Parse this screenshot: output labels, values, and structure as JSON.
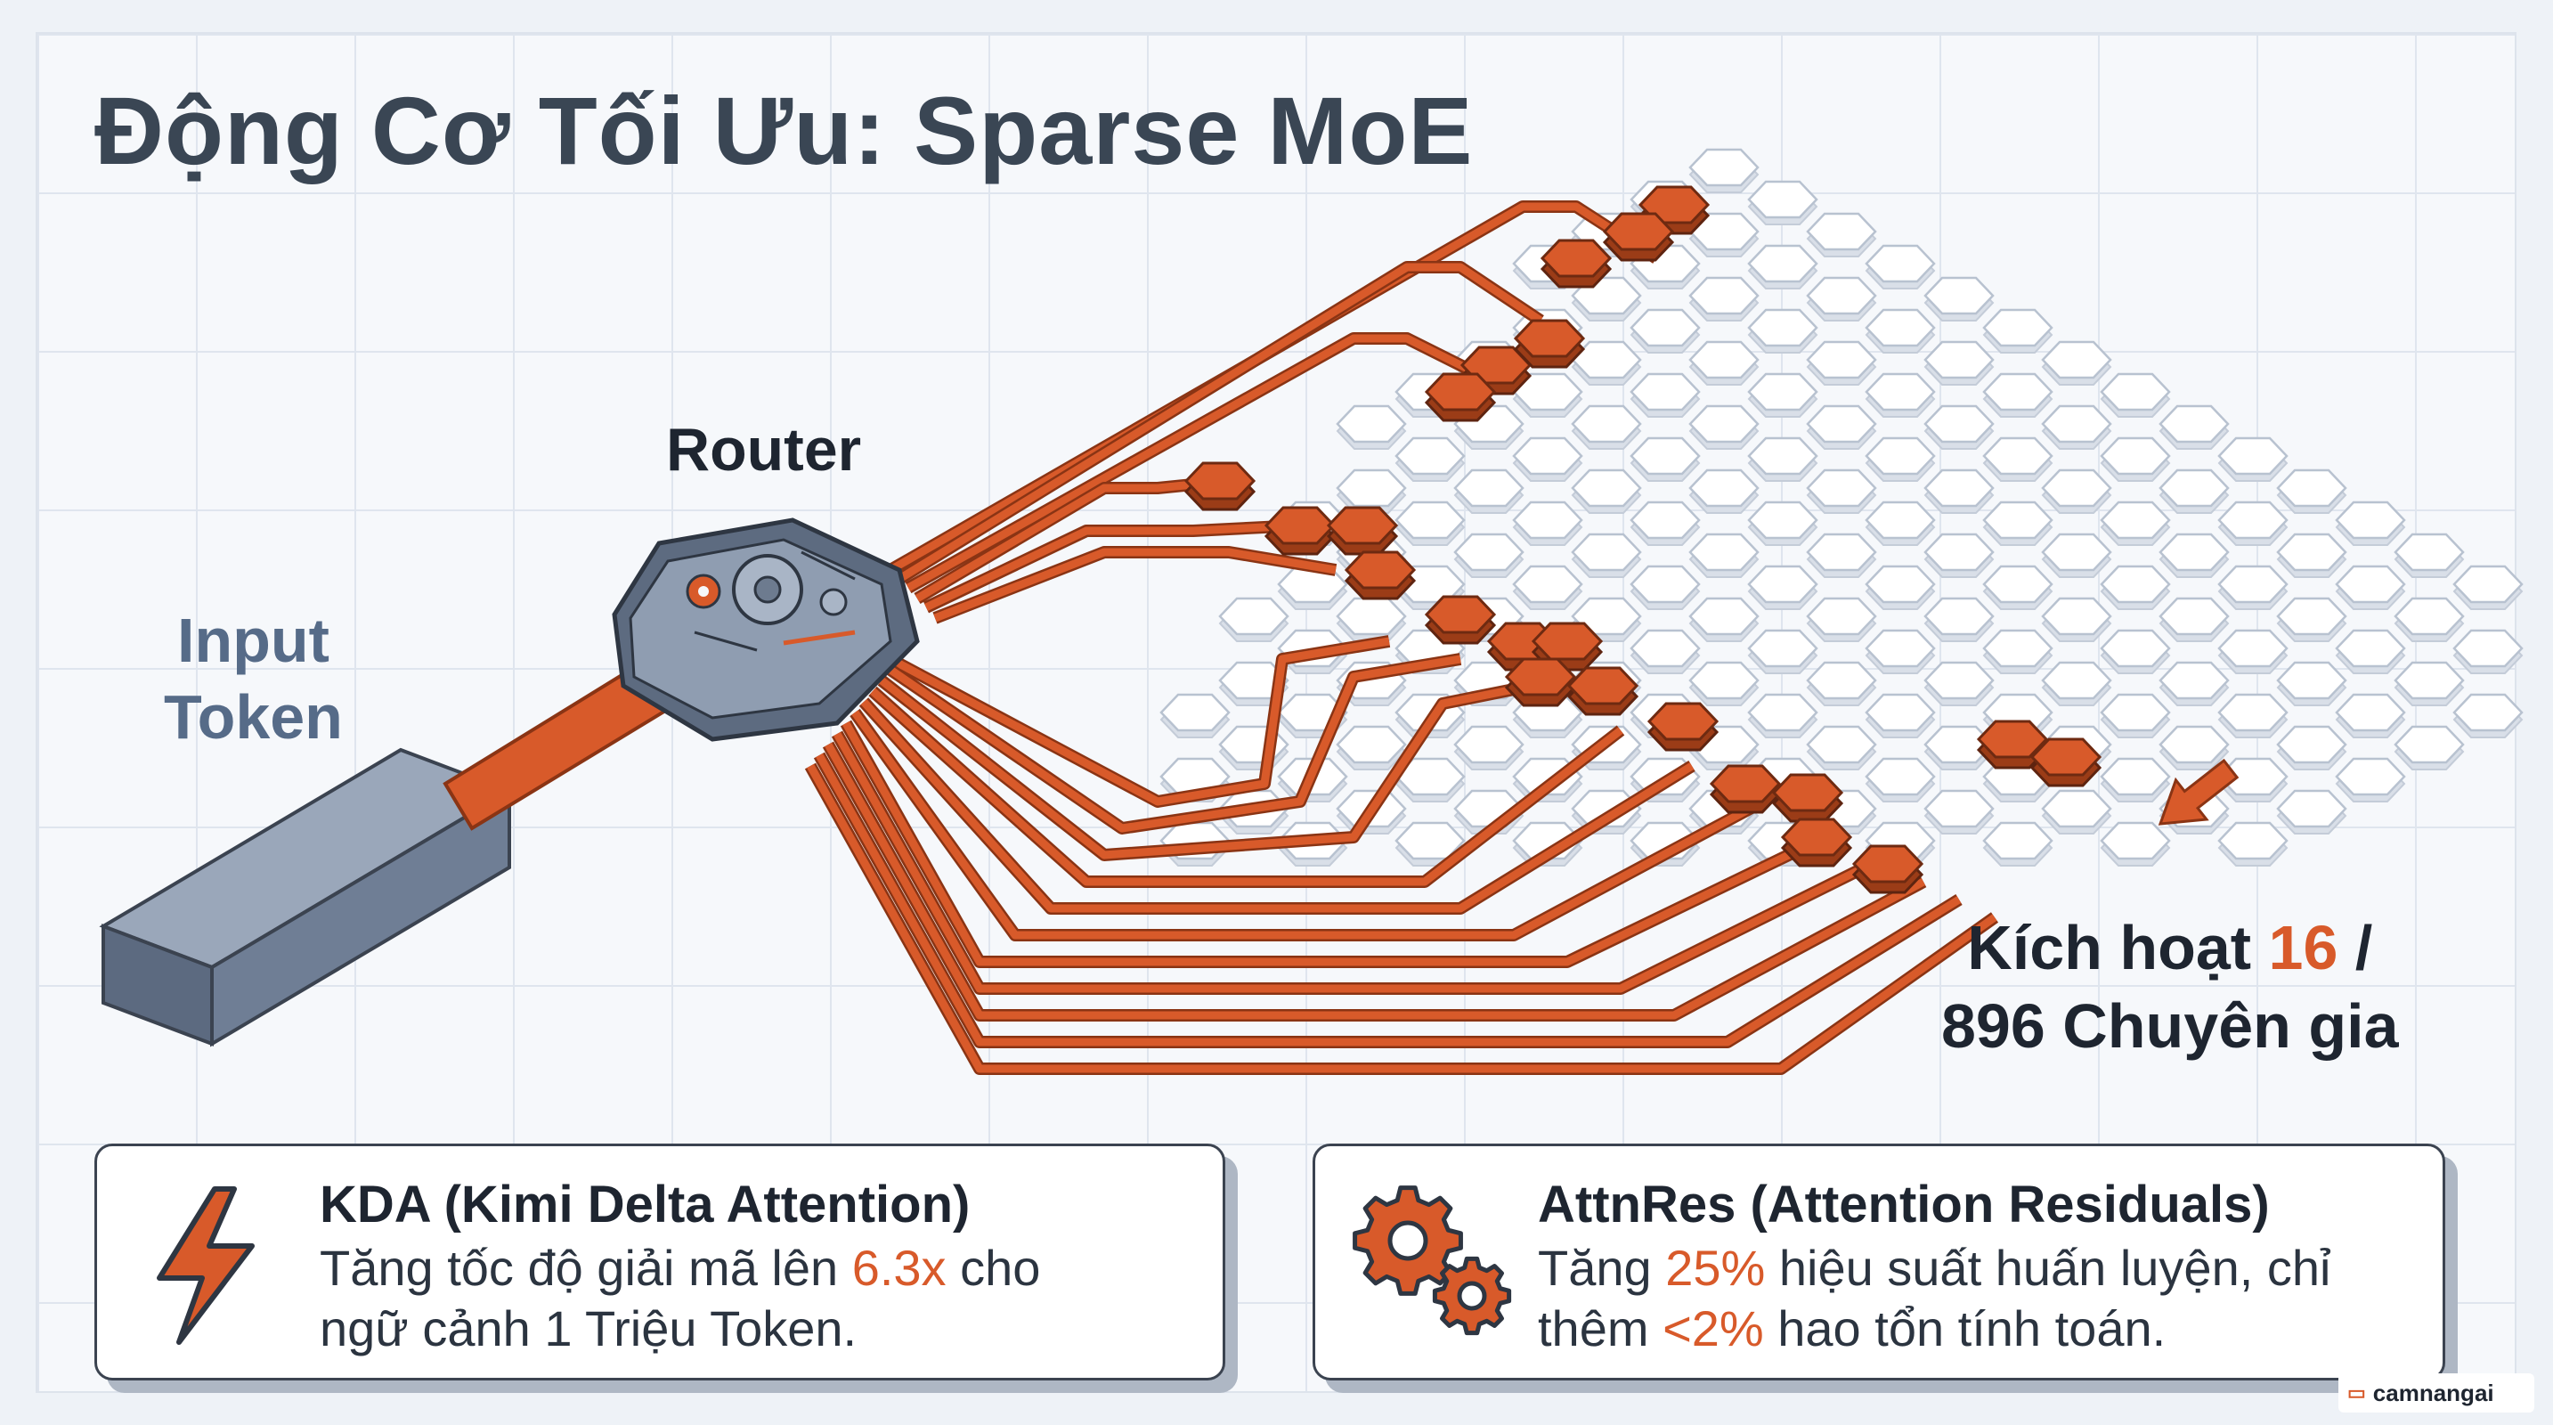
{
  "title": "Động Cơ Tối Ưu: Sparse MoE",
  "router_label": "Router",
  "input_label_line1": "Input",
  "input_label_line2": "Token",
  "activation": {
    "prefix": "Kích hoạt ",
    "active": "16",
    "sep": " /",
    "line2": "896 Chuyên gia"
  },
  "card_kda": {
    "title": "KDA (Kimi Delta Attention)",
    "line1_pre": "Tăng tốc độ giải mã lên ",
    "line1_hl": "6.3x",
    "line1_post": " cho",
    "line2": "ngữ cảnh 1 Triệu Token.",
    "icon": "lightning-icon"
  },
  "card_attnres": {
    "title": "AttnRes (Attention Residuals)",
    "line1_pre": "Tăng ",
    "line1_hl": "25%",
    "line1_post": " hiệu suất huấn luyện, chỉ",
    "line2_pre": "thêm ",
    "line2_hl": "<2%",
    "line2_post": " hao tổn tính toán.",
    "icon": "gears-icon"
  },
  "watermark": "camnangai",
  "colors": {
    "accent": "#d85a2a",
    "dark": "#1e2530",
    "slate": "#566b88"
  }
}
